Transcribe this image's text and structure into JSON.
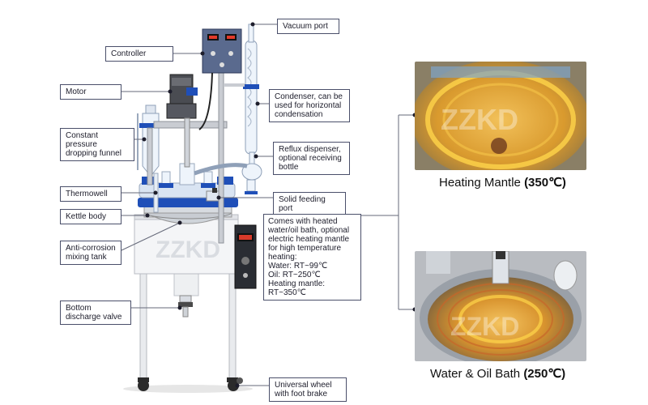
{
  "labels": {
    "vacuum_port": "Vacuum port",
    "controller": "Controller",
    "motor": "Motor",
    "condenser": "Condenser, can be used for horizontal condensation",
    "funnel": "Constant pressure dropping funnel",
    "reflux": "Reflux dispenser, optional receiving bottle",
    "thermowell": "Thermowell",
    "solid_port": "Solid feeding port",
    "kettle": "Kettle body",
    "heating_note": "Comes with heated water/oil bath, optional electric heating mantle for high temperature heating:",
    "water_range": "Water: RT~99℃",
    "oil_range": "Oil: RT~250℃",
    "mantle_range": "Heating mantle: RT~350℃",
    "mixing_tank": "Anti-corrosion mixing tank",
    "discharge_valve": "Bottom discharge valve",
    "wheel": "Universal wheel with foot brake"
  },
  "captions": {
    "mantle_name": "Heating Mantle ",
    "mantle_temp": "(350℃)",
    "bath_name": "Water & Oil Bath ",
    "bath_temp": "(250℃)"
  },
  "watermark": "ZZKD",
  "colors": {
    "label_border": "#4a4f6a",
    "accent_blue": "#1f4fb8",
    "line": "#666a7a"
  }
}
